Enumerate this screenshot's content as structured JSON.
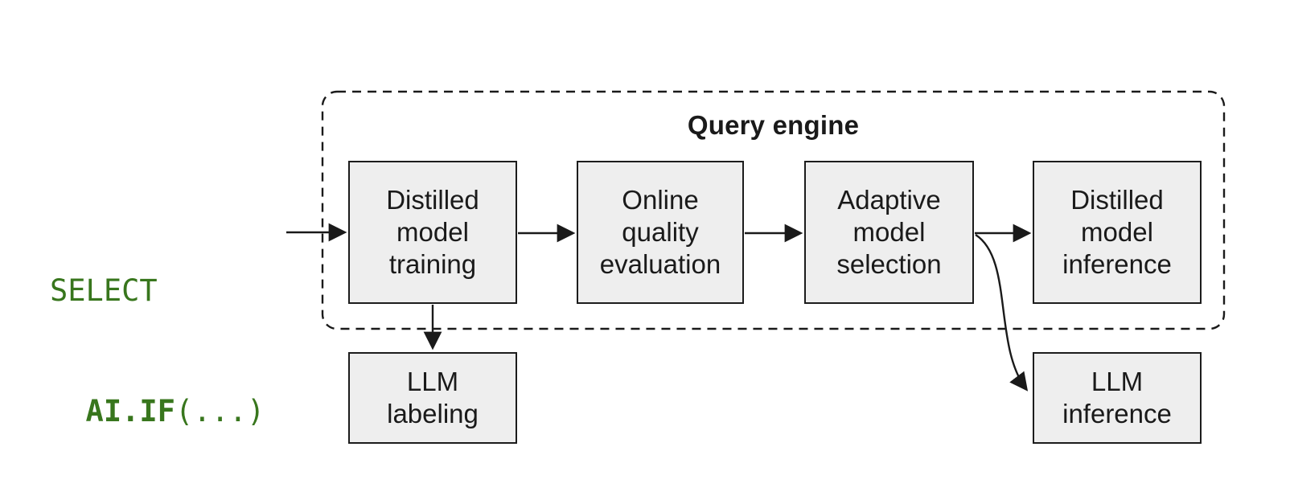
{
  "code": {
    "select_keyword": "SELECT",
    "function_name": "AI.IF",
    "function_args": "(...)"
  },
  "engine": {
    "title": "Query engine"
  },
  "nodes": {
    "training": {
      "label": "Distilled\nmodel\ntraining"
    },
    "evaluation": {
      "label": "Online\nquality\nevaluation"
    },
    "selection": {
      "label": "Adaptive\nmodel\nselection"
    },
    "inference": {
      "label": "Distilled\nmodel\ninference"
    },
    "llm_labeling": {
      "label": "LLM\nlabeling"
    },
    "llm_inference": {
      "label": "LLM\ninference"
    }
  },
  "colors": {
    "code_green": "#38761d",
    "box_fill": "#eeeeee",
    "box_border": "#1c1c1c",
    "ink": "#1a1a1a"
  }
}
